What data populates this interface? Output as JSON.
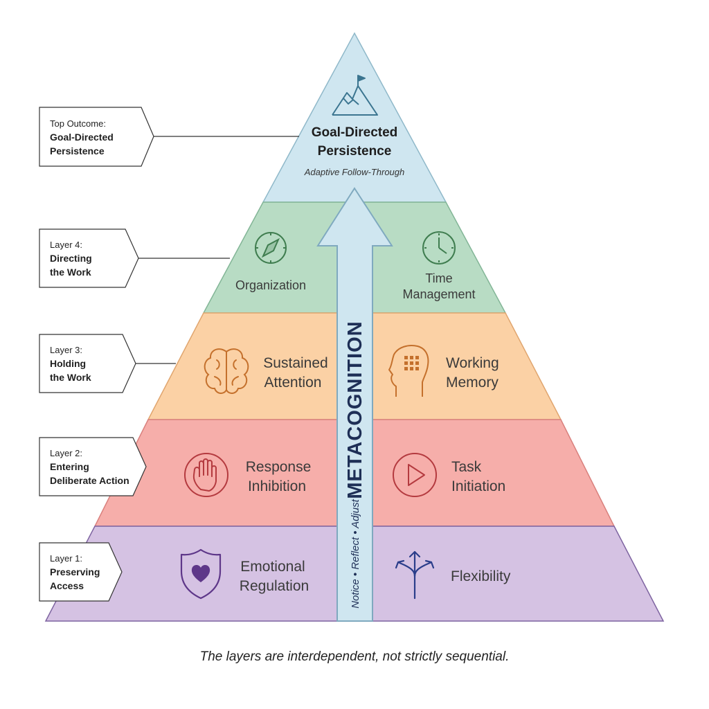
{
  "top": {
    "title_line1": "Goal-Directed",
    "title_line2": "Persistence",
    "subtitle": "Adaptive Follow-Through",
    "icon": "mountain-flag-icon"
  },
  "layers": {
    "l4": {
      "left": {
        "label": "Organization",
        "icon": "compass-icon"
      },
      "right": {
        "label_line1": "Time",
        "label_line2": "Management",
        "icon": "clock-icon"
      }
    },
    "l3": {
      "left": {
        "label_line1": "Sustained",
        "label_line2": "Attention",
        "icon": "brain-icon"
      },
      "right": {
        "label_line1": "Working",
        "label_line2": "Memory",
        "icon": "head-grid-icon"
      }
    },
    "l2": {
      "left": {
        "label_line1": "Response",
        "label_line2": "Inhibition",
        "icon": "hand-stop-icon"
      },
      "right": {
        "label_line1": "Task",
        "label_line2": "Initiation",
        "icon": "play-icon"
      }
    },
    "l1": {
      "left": {
        "label_line1": "Emotional",
        "label_line2": "Regulation",
        "icon": "shield-heart-icon"
      },
      "right": {
        "label": "Flexibility",
        "icon": "diverging-arrows-icon"
      }
    }
  },
  "metacognition": {
    "title": "METACOGNITION",
    "subtitle": "Notice • Reflect • Adjust"
  },
  "callouts": [
    {
      "small": "Top Outcome:",
      "bold1": "Goal-Directed",
      "bold2": "Persistence"
    },
    {
      "small": "Layer 4:",
      "bold1": "Directing",
      "bold2": "the Work"
    },
    {
      "small": "Layer 3:",
      "bold1": "Holding",
      "bold2": "the Work"
    },
    {
      "small": "Layer 2:",
      "bold1": "Entering",
      "bold2": "Deliberate Action"
    },
    {
      "small": "Layer 1:",
      "bold1": "Preserving",
      "bold2": "Access"
    }
  ],
  "footnote": "The layers are interdependent, not strictly sequential.",
  "colors": {
    "top": "#cfe6f0",
    "layer4": "#b8dcc4",
    "layer3": "#fbd1a5",
    "layer2": "#f6aeaa",
    "layer1": "#d5c2e3",
    "arrow": "#cfe6f0",
    "icon_green": "#3f7d4f",
    "icon_orange": "#c4702c",
    "icon_red": "#b43a3f",
    "icon_purple": "#5e3789",
    "icon_navy": "#2a3d8a"
  }
}
